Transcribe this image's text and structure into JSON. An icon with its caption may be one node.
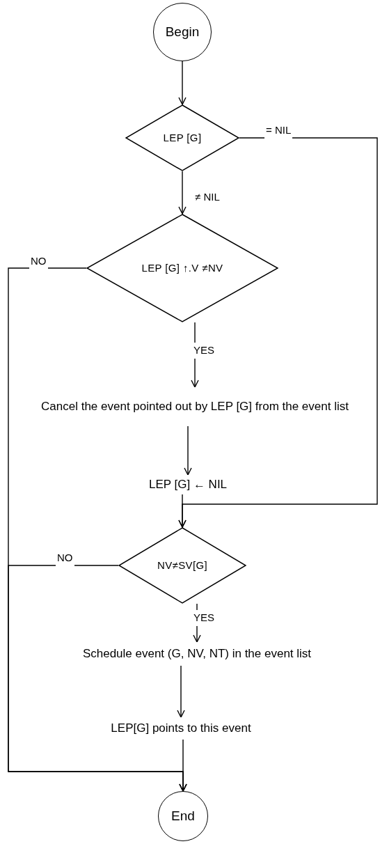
{
  "diagram": {
    "nodes": [
      {
        "text": [
          "Begin"
        ]
      },
      {
        "text": [
          "LEP [G]"
        ]
      },
      {
        "text": [
          "LEP [G] ↑.V ≠NV"
        ]
      },
      {
        "text": [
          "Cancel the event pointed out by LEP [G] from the event list"
        ]
      },
      {
        "text": [
          "LEP [G] ← NIL"
        ]
      },
      {
        "text": [
          "NV≠SV[G]"
        ]
      },
      {
        "text": [
          "Schedule event (G, NV, NT) in the event list"
        ]
      },
      {
        "text": [
          "LEP[G] points to this event"
        ]
      },
      {
        "text": [
          "End"
        ]
      }
    ],
    "edges": [
      {
        "from": 0,
        "to": 1,
        "arrow": "to"
      },
      {
        "from": 1,
        "to": 2,
        "arrow": "to",
        "label": "≠ NIL"
      },
      {
        "from": 1,
        "to": 5,
        "arrow": "to",
        "label": "= NIL"
      },
      {
        "from": 2,
        "to": 3,
        "arrow": "to",
        "label": "YES"
      },
      {
        "from": 2,
        "to": 8,
        "arrow": "to",
        "label": "NO"
      },
      {
        "from": 3,
        "to": 4,
        "arrow": "to"
      },
      {
        "from": 4,
        "to": 5,
        "arrow": "to"
      },
      {
        "from": 5,
        "to": 6,
        "arrow": "to",
        "label": "YES"
      },
      {
        "from": 5,
        "to": 8,
        "arrow": "to",
        "label": "NO"
      },
      {
        "from": 6,
        "to": 7,
        "arrow": "to"
      },
      {
        "from": 7,
        "to": 8,
        "arrow": "to"
      }
    ]
  }
}
